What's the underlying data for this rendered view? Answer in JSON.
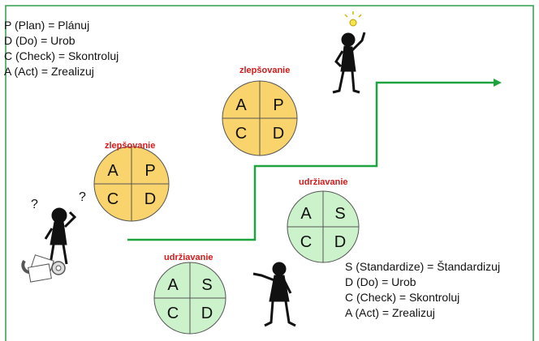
{
  "legend_pdca": [
    "P (Plan) = Plánuj",
    "D (Do) = Urob",
    "C (Check) = Skontroluj",
    "A (Act) = Zrealizuj"
  ],
  "legend_sdca": [
    "S (Standardize) = Štandardizuj",
    "D (Do) = Urob",
    "C (Check) = Skontroluj",
    "A (Act) = Zrealizuj"
  ],
  "wheels": [
    {
      "caption": "zlepšovanie",
      "letters": [
        "A",
        "P",
        "C",
        "D"
      ],
      "fill": "#f9d36b"
    },
    {
      "caption": "zlepšovanie",
      "letters": [
        "A",
        "P",
        "C",
        "D"
      ],
      "fill": "#f9d36b"
    },
    {
      "caption": "udržiavanie",
      "letters": [
        "A",
        "S",
        "C",
        "D"
      ],
      "fill": "#ccf2cc"
    },
    {
      "caption": "udržiavanie",
      "letters": [
        "A",
        "S",
        "C",
        "D"
      ],
      "fill": "#ccf2cc"
    }
  ],
  "colors": {
    "frame": "#2e9e4b",
    "staircase": "#1fa33f",
    "caption": "#d41a1a",
    "wheel_outline": "#555555"
  },
  "figures": {
    "thinking": "confused-person-icon",
    "idea": "lightbulb-person-icon",
    "pointing": "pointing-person-icon",
    "tools": "tools-icon"
  }
}
